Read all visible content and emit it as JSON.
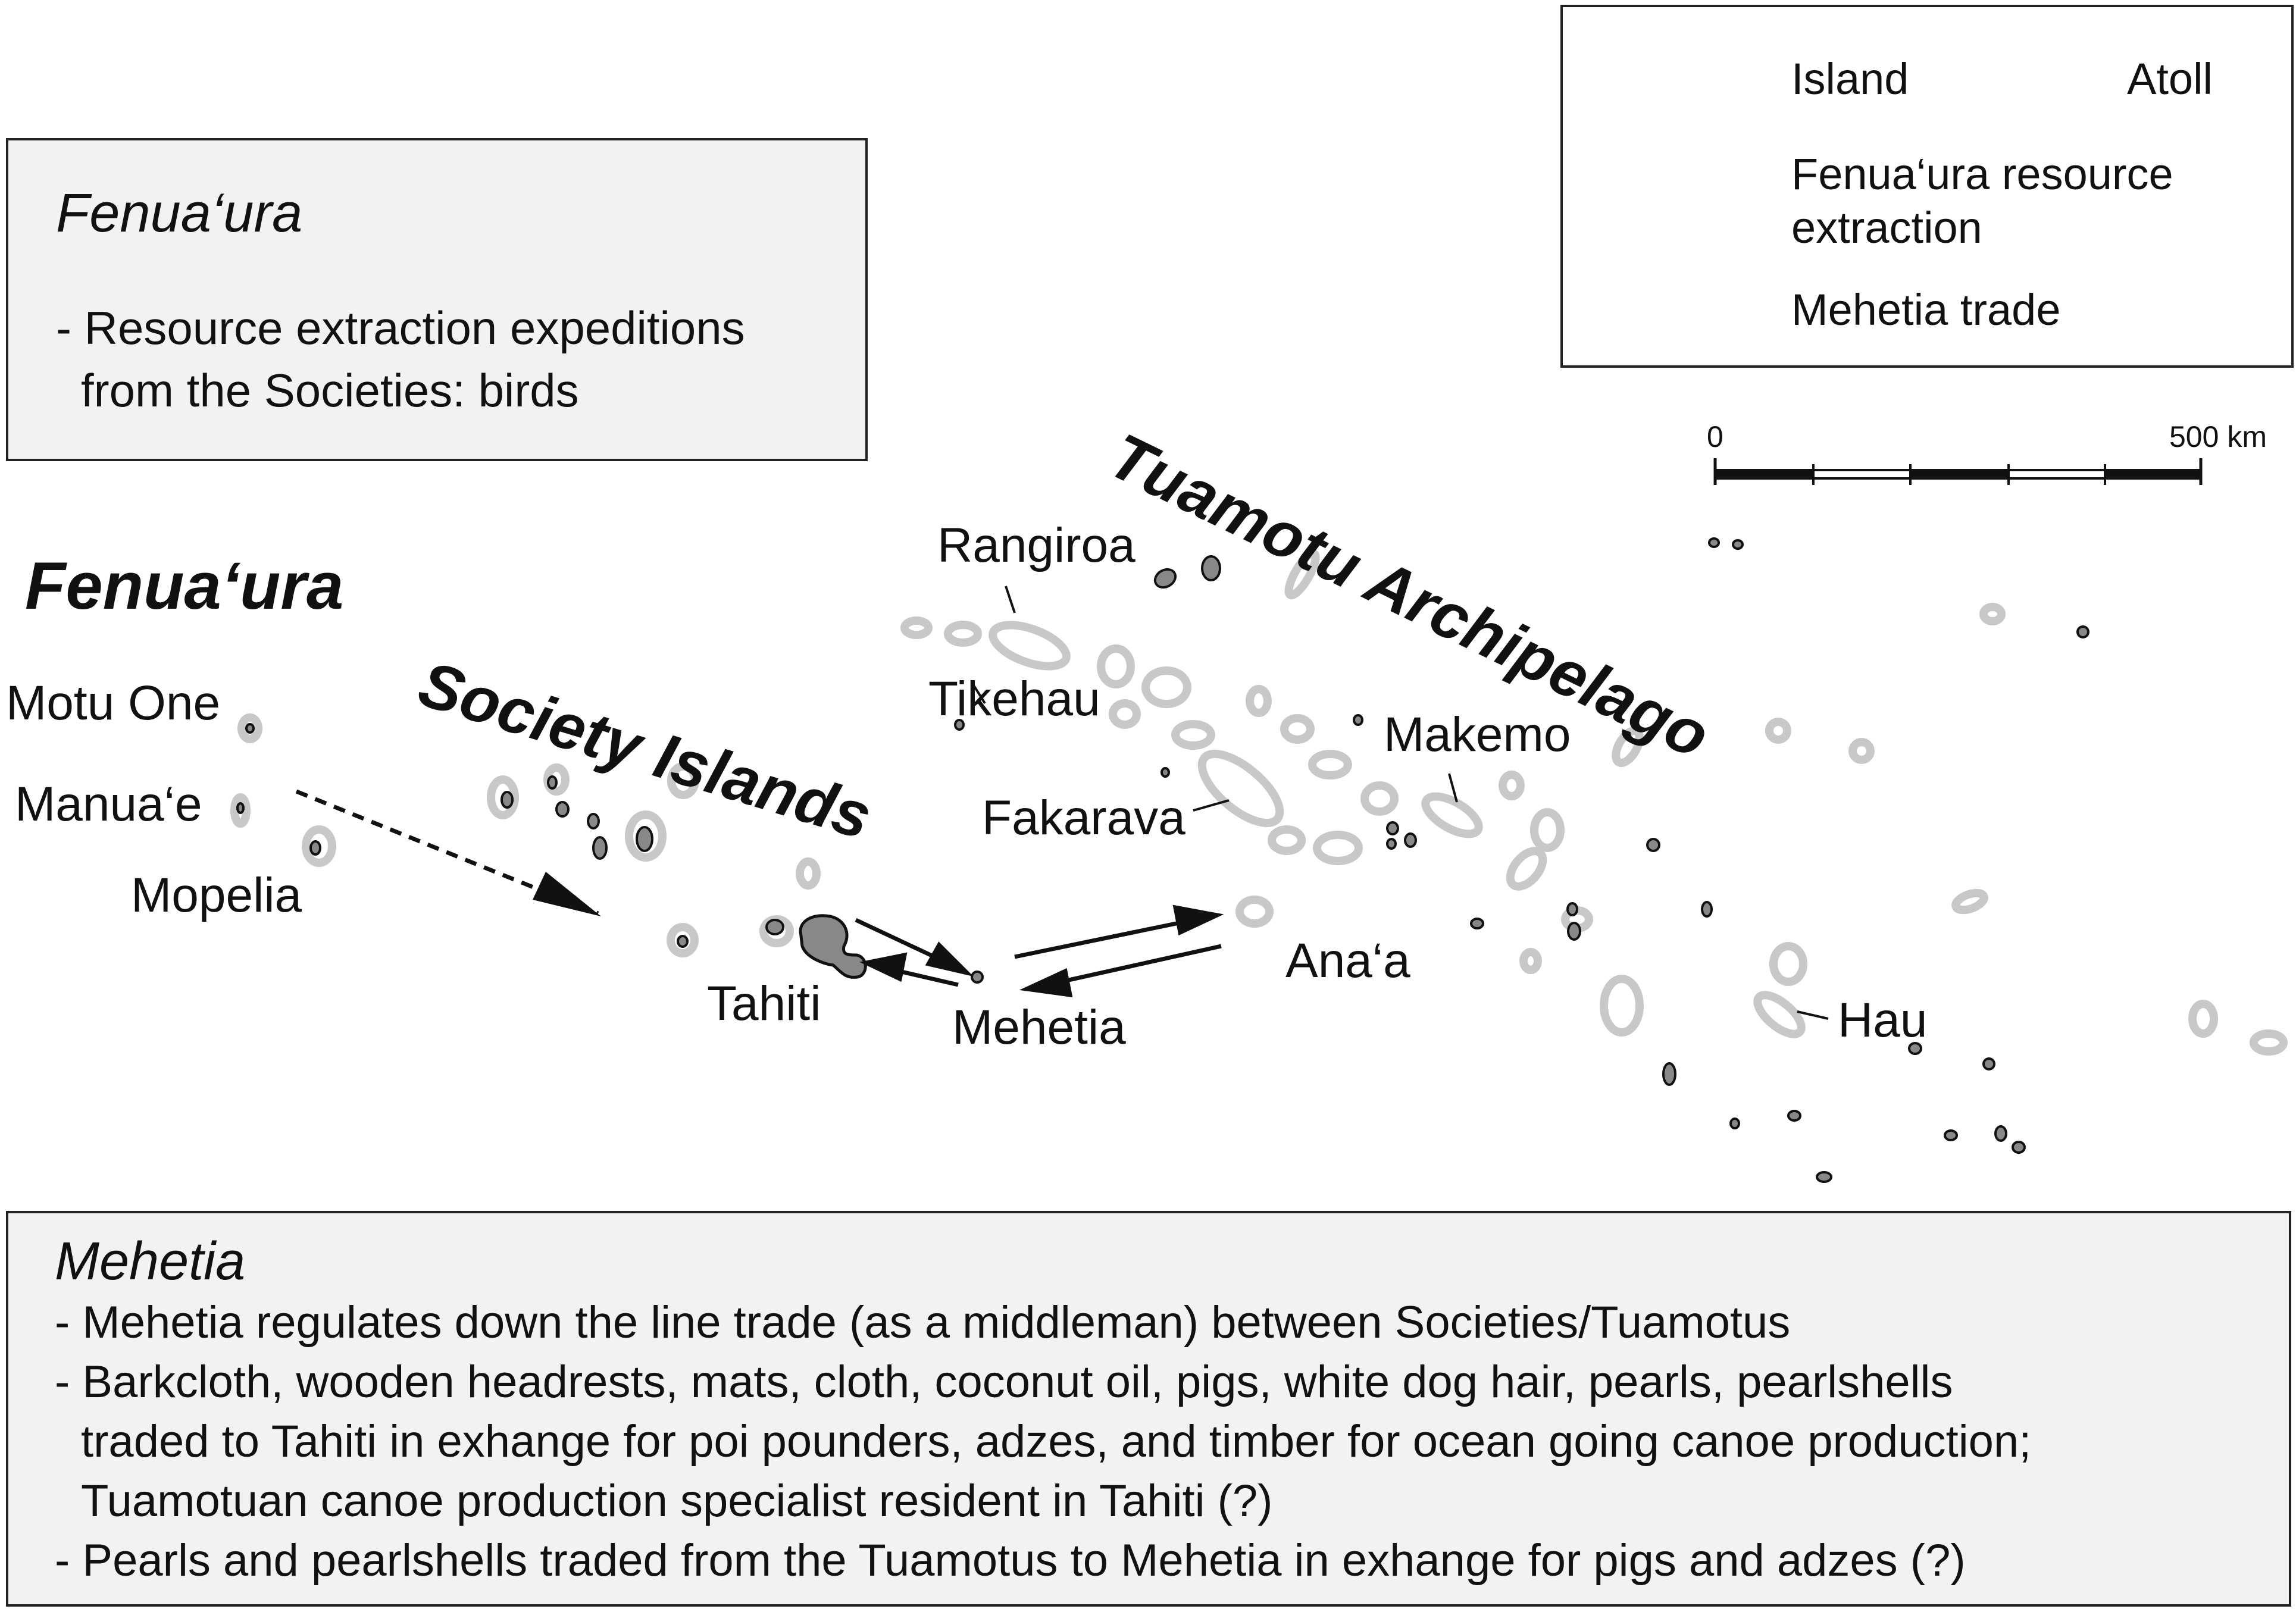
{
  "fenuaura_box": {
    "title": "Fenua‘ura",
    "bullets": [
      "- Resource extraction expeditions",
      "from the Societies: birds"
    ]
  },
  "legend": {
    "island_label": "Island",
    "atoll_label": "Atoll",
    "extraction_label_1": "Fenua‘ura resource",
    "extraction_label_2": "extraction",
    "trade_label": "Mehetia trade"
  },
  "scale": {
    "zero_label": "0",
    "max_label": "500 km"
  },
  "regions": {
    "fenuaura": "Fenua‘ura",
    "society": "Society Islands",
    "tuamotu": "Tuamotu Archipelago"
  },
  "places": {
    "motu_one": "Motu One",
    "manuae": "Manua‘e",
    "mopelia": "Mopelia",
    "tahiti": "Tahiti",
    "mehetia": "Mehetia",
    "rangiroa": "Rangiroa",
    "tikehau": "Tikehau",
    "fakarava": "Fakarava",
    "makemo": "Makemo",
    "anaa": "Ana‘a",
    "hau": "Hau"
  },
  "mehetia_box": {
    "title": "Mehetia",
    "lines": [
      "- Mehetia regulates down the line trade (as a middleman) between Societies/Tuamotus",
      "- Barkcloth, wooden headrests, mats, cloth, coconut oil, pigs, white dog hair, pearls, pearlshells",
      "traded to Tahiti in exhange for poi pounders, adzes, and timber for ocean going canoe production;",
      "Tuamotuan canoe production specialist resident in Tahiti (?)",
      "- Pearls and pearlshells traded from the Tuamotus to Mehetia in exhange for pigs and adzes (?)"
    ]
  },
  "colors": {
    "island_fill": "#888888",
    "atoll_stroke": "#c8c8c8",
    "box_fill": "#f2f2f2"
  }
}
